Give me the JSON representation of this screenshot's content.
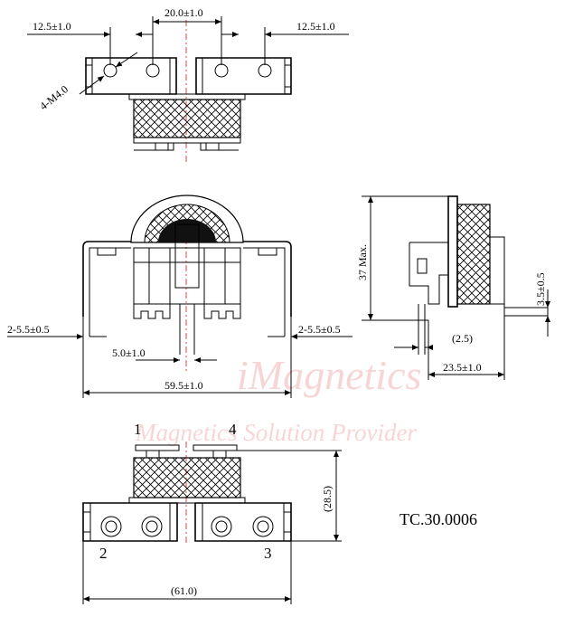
{
  "labels": {
    "top_left_dim": "12.5±1.0",
    "top_center_dim": "20.0±1.0",
    "top_right_dim": "12.5±1.0",
    "holes": "4-M4.0",
    "front_left_dim": "2-5.5±0.5",
    "front_right_dim": "2-5.5±0.5",
    "pin_spacing": "5.0±1.0",
    "front_width": "59.5±1.0",
    "side_height": "37 Max.",
    "side_right": "3.5±0.5",
    "side_gap": "(2.5)",
    "side_depth": "23.5±1.0",
    "pin1": "1",
    "pin4": "4",
    "pin2": "2",
    "pin3": "3",
    "bottom_height": "(28.5)",
    "bottom_width": "(61.0)",
    "part_number": "TC.30.0006",
    "watermark_brand": "iMagnetics",
    "watermark_tagline": "Magnetics Solution Provider"
  },
  "colors": {
    "line": "#000000",
    "centerline": "#e53030",
    "watermark": "#f3b4b4"
  }
}
